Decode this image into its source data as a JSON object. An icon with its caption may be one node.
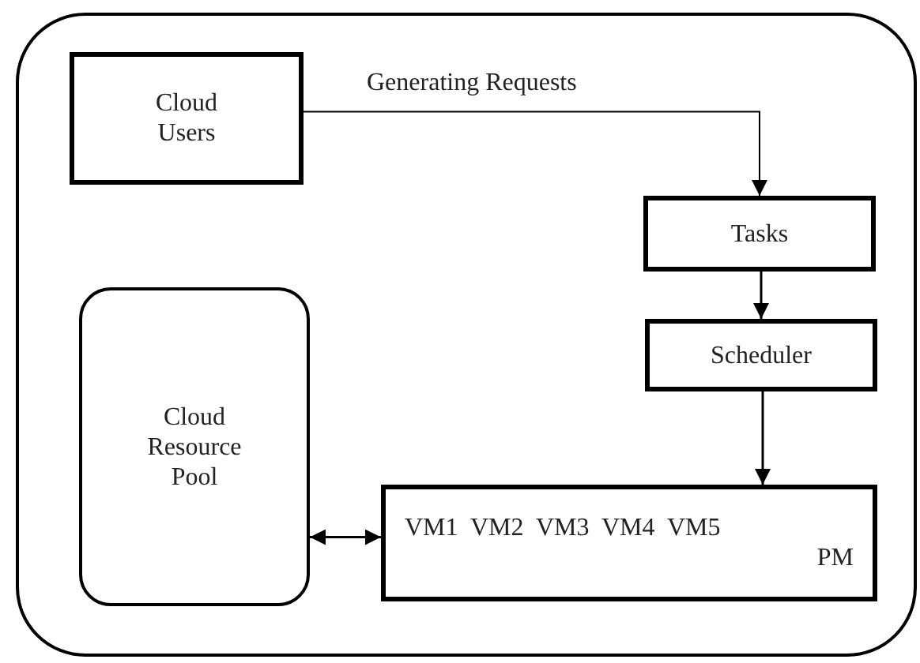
{
  "diagram": {
    "nodes": [
      {
        "text": [],
        "shape": "box"
      },
      {
        "text": [
          "Cloud Users"
        ],
        "in": 0
      },
      {
        "text": [
          "Tasks"
        ],
        "in": 0
      },
      {
        "text": [
          "Scheduler"
        ],
        "in": 0
      },
      {
        "text": [
          "Cloud Resource Pool"
        ],
        "in": 0
      },
      {
        "text": [
          "VM1  VM2  VM3  VM4  VM5",
          "PM"
        ],
        "in": 0
      }
    ],
    "edges": [
      {
        "from": 1,
        "to": 2,
        "arrow": "to",
        "label": "Generating Requests"
      },
      {
        "from": 2,
        "to": 3,
        "arrow": "to"
      },
      {
        "from": 3,
        "to": 5,
        "arrow": "to"
      },
      {
        "from": 4,
        "to": 5,
        "arrow": "both"
      }
    ]
  }
}
